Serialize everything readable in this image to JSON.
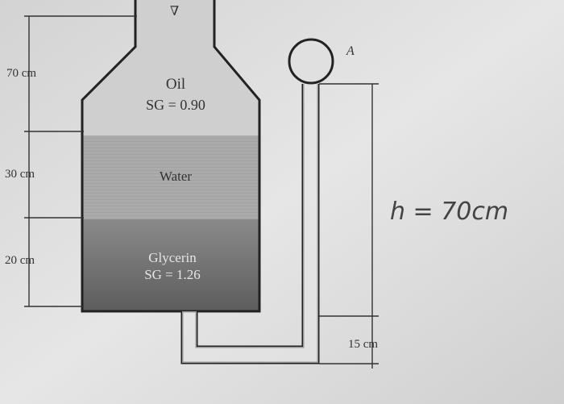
{
  "diagram": {
    "layers": {
      "oil": {
        "name": "Oil",
        "sg": "SG = 0.90",
        "color": "#cfcfcf"
      },
      "water": {
        "name": "Water",
        "color": "#a8a8a8"
      },
      "glycerin": {
        "name": "Glycerin",
        "sg": "SG = 1.26",
        "color": "#6e6e6e"
      }
    },
    "dimensions": {
      "oil_height": "70 cm",
      "water_height": "30 cm",
      "glycerin_height": "20 cm",
      "tube_offset": "15 cm"
    },
    "point_label": "A",
    "free_surface_symbol": "∇",
    "handwritten_answer": "h = 70cm"
  }
}
